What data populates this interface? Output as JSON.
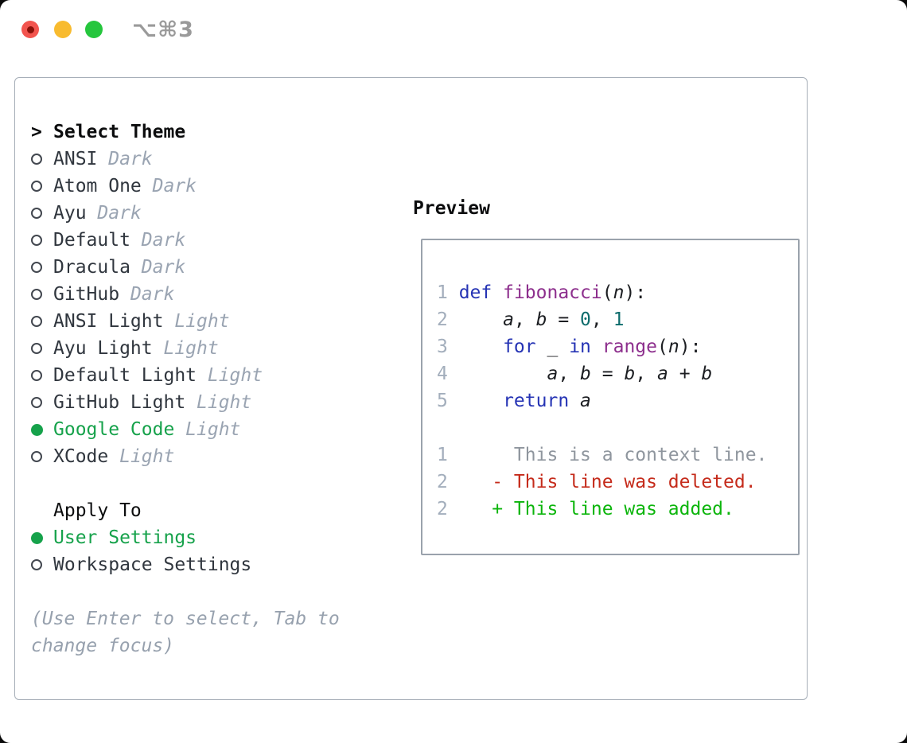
{
  "window": {
    "shortcut_label": "⌥⌘3"
  },
  "theme_panel": {
    "prompt": ">",
    "title": "Select Theme",
    "themes": [
      {
        "name": "ANSI",
        "tag": "Dark",
        "selected": false
      },
      {
        "name": "Atom One",
        "tag": "Dark",
        "selected": false
      },
      {
        "name": "Ayu",
        "tag": "Dark",
        "selected": false
      },
      {
        "name": "Default",
        "tag": "Dark",
        "selected": false
      },
      {
        "name": "Dracula",
        "tag": "Dark",
        "selected": false
      },
      {
        "name": "GitHub",
        "tag": "Dark",
        "selected": false
      },
      {
        "name": "ANSI Light",
        "tag": "Light",
        "selected": false
      },
      {
        "name": "Ayu Light",
        "tag": "Light",
        "selected": false
      },
      {
        "name": "Default Light",
        "tag": "Light",
        "selected": false
      },
      {
        "name": "GitHub Light",
        "tag": "Light",
        "selected": false
      },
      {
        "name": "Google Code",
        "tag": "Light",
        "selected": true
      },
      {
        "name": "XCode",
        "tag": "Light",
        "selected": false
      }
    ],
    "apply_to": {
      "title": "Apply To",
      "options": [
        {
          "name": "User Settings",
          "selected": true
        },
        {
          "name": "Workspace Settings",
          "selected": false
        }
      ]
    },
    "help": [
      "(Use Enter to select, Tab to",
      "change focus)"
    ]
  },
  "preview": {
    "title": "Preview",
    "lines": [
      {
        "num": "1",
        "tokens": [
          {
            "c": "kw",
            "t": "def"
          },
          {
            "c": "pl",
            "t": " "
          },
          {
            "c": "fn",
            "t": "fibonacci"
          },
          {
            "c": "pl",
            "t": "("
          },
          {
            "c": "var",
            "t": "n"
          },
          {
            "c": "pl",
            "t": "):"
          }
        ]
      },
      {
        "num": "2",
        "tokens": [
          {
            "c": "pl",
            "t": "    "
          },
          {
            "c": "var",
            "t": "a"
          },
          {
            "c": "pl",
            "t": ", "
          },
          {
            "c": "var",
            "t": "b"
          },
          {
            "c": "pl",
            "t": " = "
          },
          {
            "c": "num",
            "t": "0"
          },
          {
            "c": "pl",
            "t": ", "
          },
          {
            "c": "num",
            "t": "1"
          }
        ]
      },
      {
        "num": "3",
        "tokens": [
          {
            "c": "pl",
            "t": "    "
          },
          {
            "c": "kw",
            "t": "for"
          },
          {
            "c": "pl",
            "t": " "
          },
          {
            "c": "var",
            "t": "_"
          },
          {
            "c": "pl",
            "t": " "
          },
          {
            "c": "kw",
            "t": "in"
          },
          {
            "c": "pl",
            "t": " "
          },
          {
            "c": "fn",
            "t": "range"
          },
          {
            "c": "pl",
            "t": "("
          },
          {
            "c": "var",
            "t": "n"
          },
          {
            "c": "pl",
            "t": "):"
          }
        ]
      },
      {
        "num": "4",
        "tokens": [
          {
            "c": "pl",
            "t": "        "
          },
          {
            "c": "var",
            "t": "a"
          },
          {
            "c": "pl",
            "t": ", "
          },
          {
            "c": "var",
            "t": "b"
          },
          {
            "c": "pl",
            "t": " = "
          },
          {
            "c": "var",
            "t": "b"
          },
          {
            "c": "pl",
            "t": ", "
          },
          {
            "c": "var",
            "t": "a"
          },
          {
            "c": "pl",
            "t": " + "
          },
          {
            "c": "var",
            "t": "b"
          }
        ]
      },
      {
        "num": "5",
        "tokens": [
          {
            "c": "pl",
            "t": "    "
          },
          {
            "c": "kw",
            "t": "return"
          },
          {
            "c": "pl",
            "t": " "
          },
          {
            "c": "var",
            "t": "a"
          }
        ]
      },
      {
        "num": "",
        "tokens": []
      },
      {
        "num": "1",
        "kind": "context",
        "text": "     This is a context line."
      },
      {
        "num": "2",
        "kind": "deleted",
        "text": "   - This line was deleted."
      },
      {
        "num": "2",
        "kind": "added",
        "text": "   + This line was added."
      }
    ]
  },
  "colors": {
    "accent_green": "#16a24b",
    "diff_deleted_red": "#c52b1b",
    "diff_added_green": "#0cb50c",
    "keyword_blue": "#2533b4",
    "function_purple": "#8d2f8d",
    "number_teal": "#0d6c6c",
    "plain_code": "#1c1e22",
    "lineno_gray": "#a3aebc",
    "context_gray": "#8f969e",
    "tag_gray": "#9aa4b2",
    "help_gray": "#97a1ae",
    "name_dark": "#30363e",
    "header_black": "#0c0d0e",
    "ring_gray": "#42474f",
    "panel_border": "#a6aeb8",
    "preview_border": "#9aa2ac",
    "titlebar_gray": "#9a9a9a",
    "traffic_red": "#f2544e",
    "traffic_red_dot": "#8a1008",
    "traffic_yellow": "#f8bb2f",
    "traffic_green": "#25c63d"
  }
}
